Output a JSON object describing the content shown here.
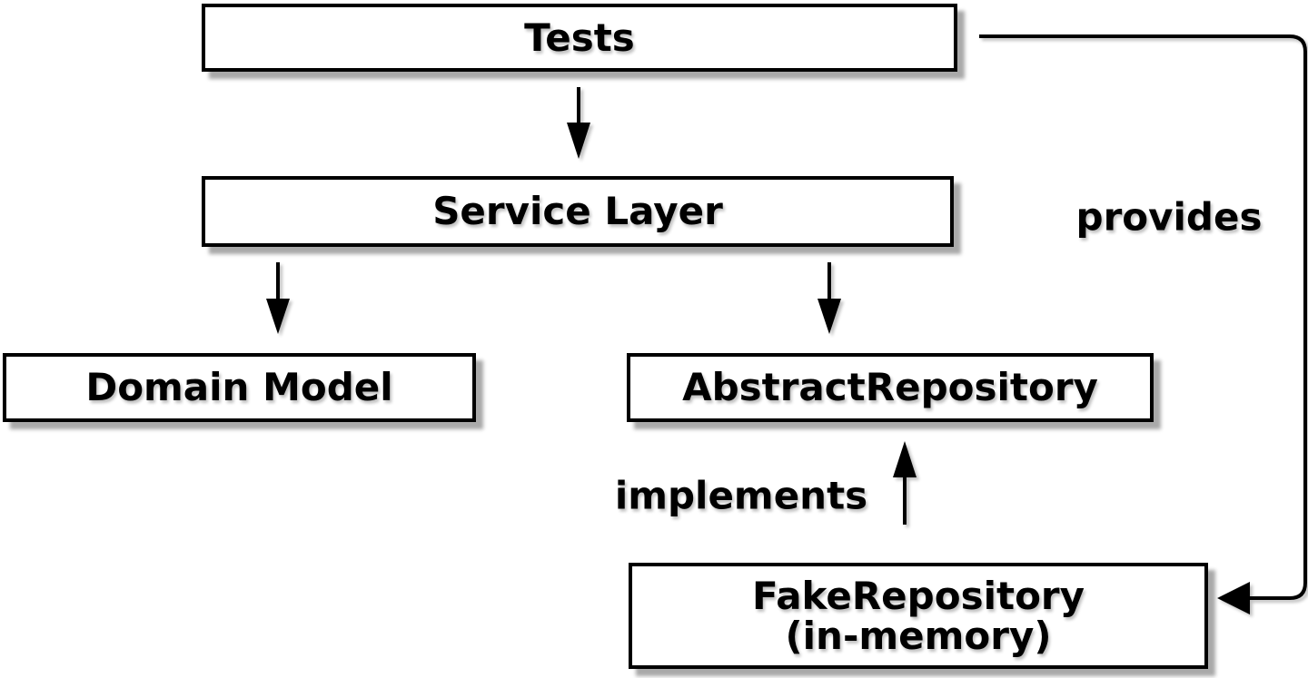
{
  "canvas": {
    "background": "#ffffff",
    "box_fill": "#ffffff",
    "box_border": "#000000",
    "line_color": "#000000",
    "shadow_color": "#a9a9a9"
  },
  "nodes": [
    {
      "id": "tests",
      "label": "Tests"
    },
    {
      "id": "service_layer",
      "label": "Service Layer"
    },
    {
      "id": "domain_model",
      "label": "Domain Model"
    },
    {
      "id": "abstract_repository",
      "label": "AbstractRepository"
    },
    {
      "id": "fake_repository",
      "label": "FakeRepository",
      "sublabel": "(in-memory)"
    }
  ],
  "edges": [
    {
      "from": "tests",
      "to": "service_layer",
      "label": "",
      "style": "straight-down-arrow"
    },
    {
      "from": "service_layer",
      "to": "domain_model",
      "label": "",
      "style": "straight-down-arrow"
    },
    {
      "from": "service_layer",
      "to": "abstract_repository",
      "label": "",
      "style": "straight-down-arrow"
    },
    {
      "from": "fake_repository",
      "to": "abstract_repository",
      "label": "implements",
      "style": "straight-up-arrow"
    },
    {
      "from": "tests",
      "to": "fake_repository",
      "label": "provides",
      "style": "routed-right-side-arrow"
    }
  ]
}
